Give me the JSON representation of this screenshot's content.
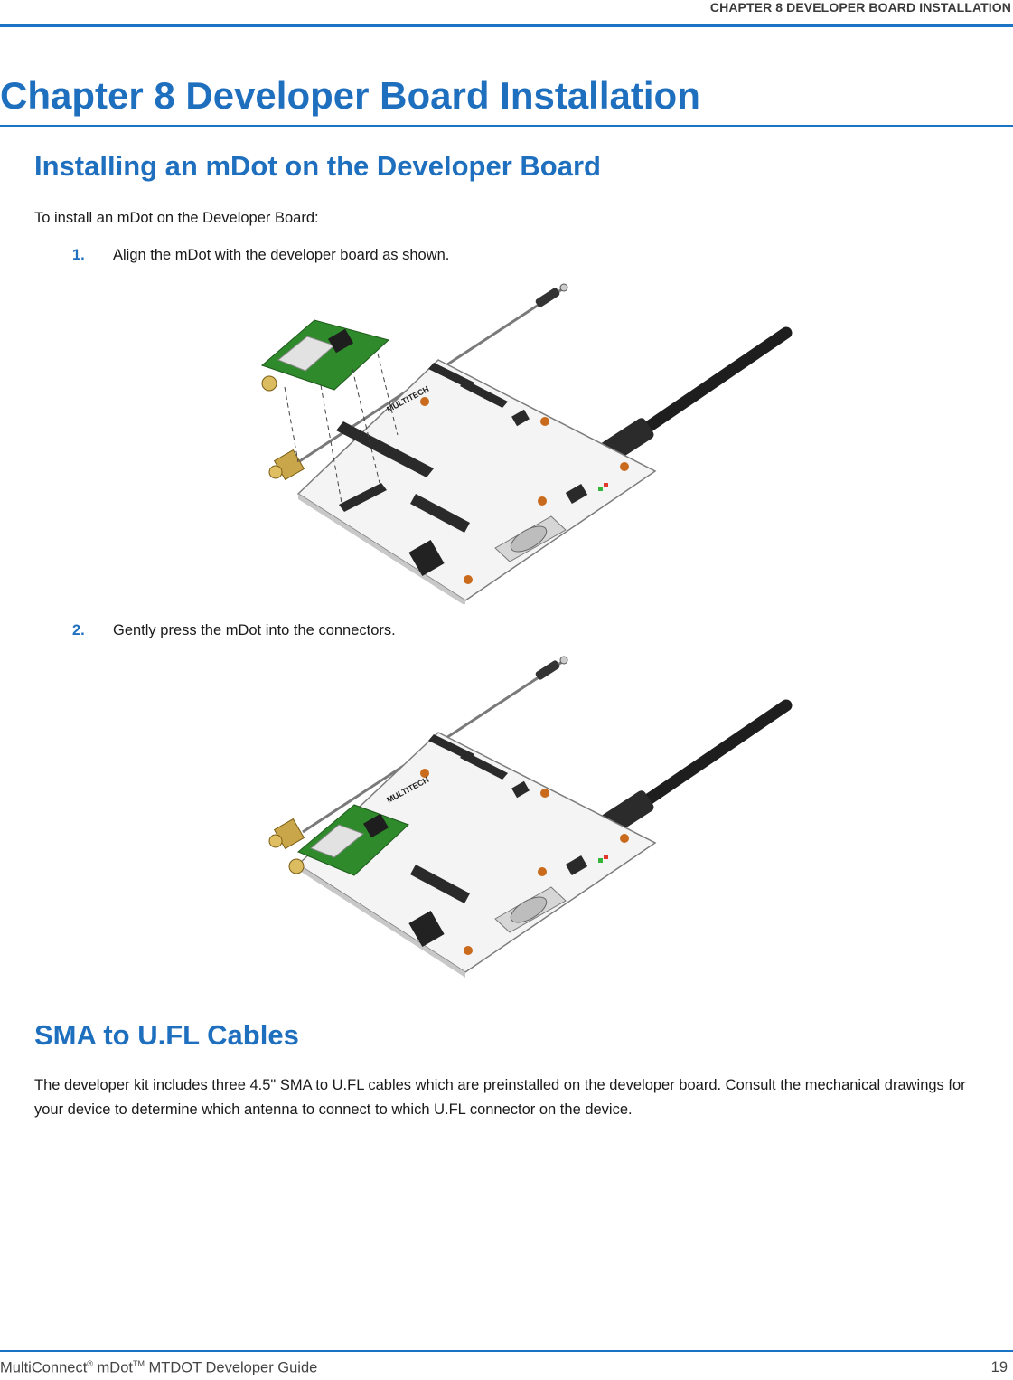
{
  "header": {
    "running_title": "CHAPTER 8 DEVELOPER BOARD INSTALLATION"
  },
  "chapter": {
    "title": "Chapter 8 Developer Board Installation"
  },
  "section1": {
    "heading": "Installing an mDot on the Developer Board",
    "intro": "To install an mDot on the Developer Board:",
    "steps": [
      {
        "num": "1.",
        "text": "Align the mDot with the developer board as shown."
      },
      {
        "num": "2.",
        "text": "Gently press the mDot into the connectors."
      }
    ]
  },
  "figure": {
    "board_logo": "MULTITECH"
  },
  "section2": {
    "heading": "SMA to U.FL Cables",
    "body": "The developer kit includes three 4.5\" SMA to U.FL cables which are preinstalled on the developer board. Consult the mechanical drawings for your device to determine which antenna to connect to which U.FL connector on the device."
  },
  "footer": {
    "product": "MultiConnect",
    "reg_mark": "®",
    "model": "mDot",
    "tm_mark": "TM",
    "guide": "MTDOT Developer Guide",
    "page_number": "19"
  },
  "colors": {
    "accent": "#1f6fbf",
    "rule": "#1b73c4",
    "pcb_green": "#2f8a2c"
  }
}
